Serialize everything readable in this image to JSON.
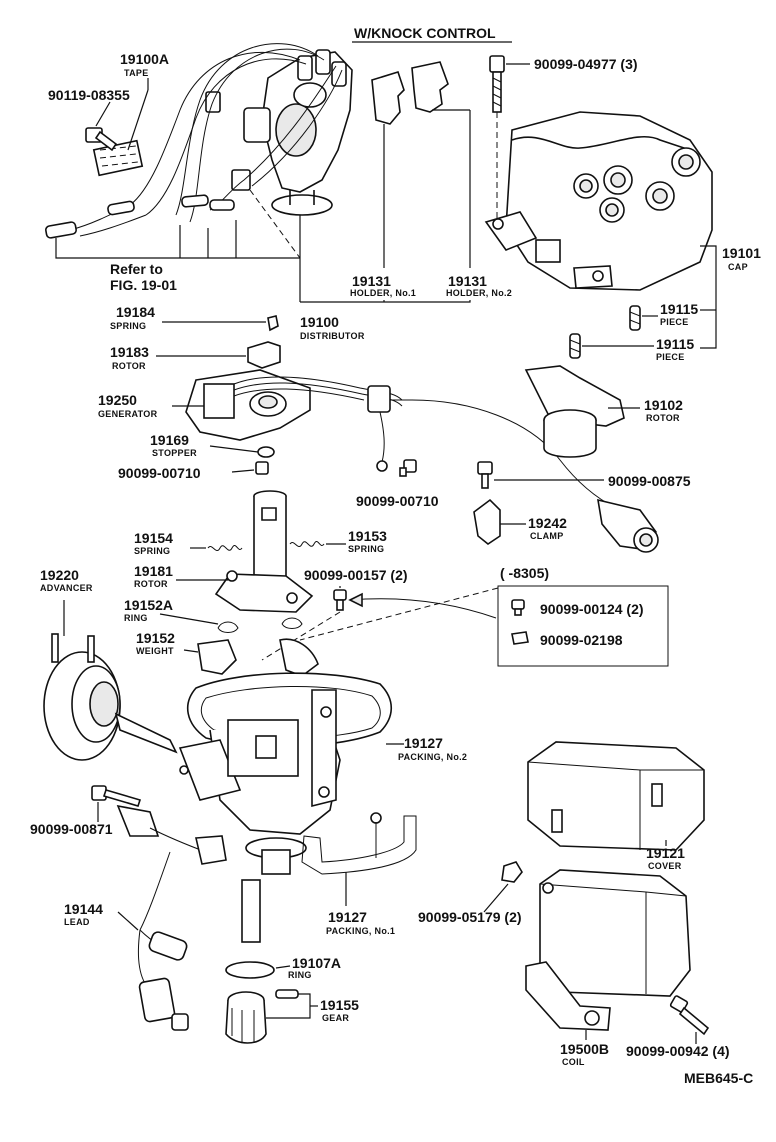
{
  "header": {
    "title": "W/KNOCK CONTROL"
  },
  "refer": {
    "line1": "Refer to",
    "line2": "FIG. 19-01"
  },
  "range": {
    "label": "(      -8305)"
  },
  "parts": {
    "p19100A": {
      "num": "19100A",
      "name": "TAPE"
    },
    "p90119_08355": {
      "num": "90119-08355"
    },
    "p90099_04977": {
      "num": "90099-04977 (3)"
    },
    "p19131a": {
      "num": "19131",
      "name": "HOLDER, No.1"
    },
    "p19131b": {
      "num": "19131",
      "name": "HOLDER, No.2"
    },
    "p19101": {
      "num": "19101",
      "name": "CAP"
    },
    "p19115a": {
      "num": "19115",
      "name": "PIECE"
    },
    "p19115b": {
      "num": "19115",
      "name": "PIECE"
    },
    "p19184": {
      "num": "19184",
      "name": "SPRING"
    },
    "p19100": {
      "num": "19100",
      "name": "DISTRIBUTOR"
    },
    "p19183": {
      "num": "19183",
      "name": "ROTOR"
    },
    "p19250": {
      "num": "19250",
      "name": "GENERATOR"
    },
    "p19102": {
      "num": "19102",
      "name": "ROTOR"
    },
    "p19169": {
      "num": "19169",
      "name": "STOPPER"
    },
    "p90099_00710a": {
      "num": "90099-00710"
    },
    "p90099_00710b": {
      "num": "90099-00710"
    },
    "p90099_00875": {
      "num": "90099-00875"
    },
    "p19242": {
      "num": "19242",
      "name": "CLAMP"
    },
    "p19154": {
      "num": "19154",
      "name": "SPRING"
    },
    "p19153": {
      "num": "19153",
      "name": "SPRING"
    },
    "p19220": {
      "num": "19220",
      "name": "ADVANCER"
    },
    "p19181": {
      "num": "19181",
      "name": "ROTOR"
    },
    "p90099_00157": {
      "num": "90099-00157 (2)"
    },
    "p90099_00124": {
      "num": "90099-00124 (2)"
    },
    "p90099_02198": {
      "num": "90099-02198"
    },
    "p19152A": {
      "num": "19152A",
      "name": "RING"
    },
    "p19152": {
      "num": "19152",
      "name": "WEIGHT"
    },
    "p19127b": {
      "num": "19127",
      "name": "PACKING, No.2"
    },
    "p90099_00871": {
      "num": "90099-00871"
    },
    "p19121": {
      "num": "19121",
      "name": "COVER"
    },
    "p19144": {
      "num": "19144",
      "name": "LEAD"
    },
    "p19127a": {
      "num": "19127",
      "name": "PACKING, No.1"
    },
    "p90099_05179": {
      "num": "90099-05179 (2)"
    },
    "p19107A": {
      "num": "19107A",
      "name": "RING"
    },
    "p19155": {
      "num": "19155",
      "name": "GEAR"
    },
    "p19500B": {
      "num": "19500B",
      "name": "COIL"
    },
    "p90099_00942": {
      "num": "90099-00942 (4)"
    }
  },
  "footer": {
    "code": "MEB645-C"
  }
}
